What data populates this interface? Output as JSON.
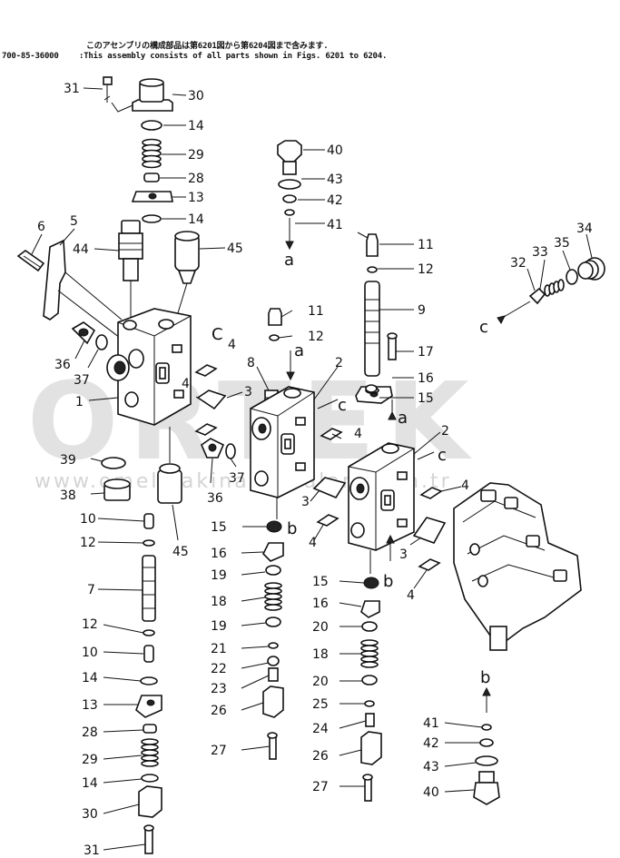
{
  "header": {
    "japanese_note": "このアセンブリの構成部品は第6201図から第6204図まで含みます.",
    "part_number": "700-85-36000",
    "english_note": ":This assembly consists of all parts shown in Figs. 6201 to 6204."
  },
  "watermark": {
    "brand": "ORTEK",
    "url": "www.omelmakinaparcalari.com.tr"
  },
  "callouts": {
    "c31a": "31",
    "c30a": "30",
    "c14a": "14",
    "c29a": "29",
    "c28a": "28",
    "c13a": "13",
    "c14b": "14",
    "c6": "6",
    "c5": "5",
    "c44": "44",
    "c45a": "45",
    "c40a": "40",
    "c43a": "43",
    "c42a": "42",
    "c41a": "41",
    "la1": "a",
    "c11a": "11",
    "c12a": "12",
    "c9": "9",
    "c17": "17",
    "c16a": "16",
    "c15a": "15",
    "la2": "a",
    "c34": "34",
    "c33": "33",
    "c35": "35",
    "c32": "32",
    "lc1": "c",
    "c36a": "36",
    "c37a": "37",
    "c1": "1",
    "lc2": "C",
    "c4a": "4",
    "c3a": "3",
    "c4b": "4",
    "c11b": "11",
    "c12b": "12",
    "la3": "a",
    "c8": "8",
    "c2a": "2",
    "lc3": "c",
    "c4c": "4",
    "c39": "39",
    "c38": "38",
    "c36b": "36",
    "c37b": "37",
    "c3b": "3",
    "c2b": "2",
    "lc4": "c",
    "c4d": "4",
    "c3c": "3",
    "c4e": "4",
    "c4f": "4",
    "c3d": "3",
    "c10a": "10",
    "c12c": "12",
    "c45b": "45",
    "c7": "7",
    "c12d": "12",
    "c10b": "10",
    "c14c": "14",
    "c13b": "13",
    "c28b": "28",
    "c29b": "29",
    "c14d": "14",
    "c30b": "30",
    "c31b": "31",
    "c15b": "15",
    "lb1": "b",
    "c16b": "16",
    "c19a": "19",
    "c18a": "18",
    "c19b": "19",
    "c21": "21",
    "c22": "22",
    "c23": "23",
    "c26a": "26",
    "c27a": "27",
    "c15c": "15",
    "lb2": "b",
    "c16c": "16",
    "c20a": "20",
    "c18b": "18",
    "c20b": "20",
    "c25": "25",
    "c24": "24",
    "c26b": "26",
    "c27b": "27",
    "lb3": "b",
    "c41b": "41",
    "c42b": "42",
    "c43b": "43",
    "c40b": "40"
  }
}
